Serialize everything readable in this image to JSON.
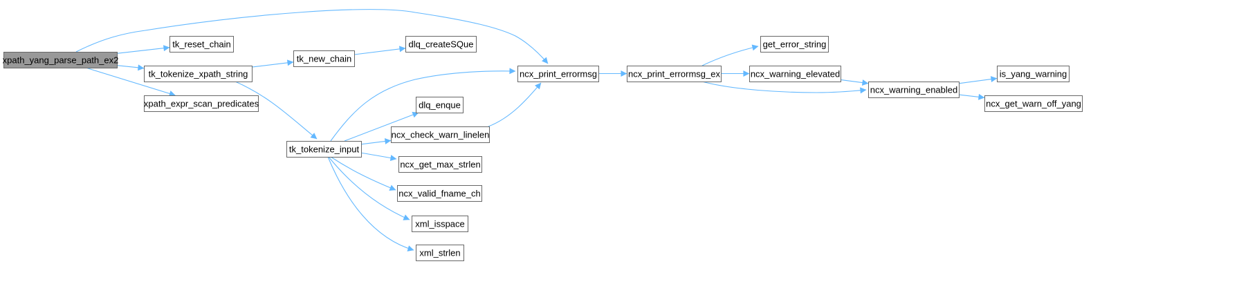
{
  "diagram": {
    "type": "call-graph",
    "colors": {
      "node_fill": "#ffffff",
      "node_stroke": "#666666",
      "root_fill": "#999999",
      "edge": "#63b8ff"
    },
    "root": "xpath_yang_parse_path_ex2",
    "nodes": [
      {
        "id": "xpath_yang_parse_path_ex2",
        "label": "xpath_yang_parse_path_ex2",
        "root": true
      },
      {
        "id": "tk_reset_chain",
        "label": "tk_reset_chain"
      },
      {
        "id": "tk_tokenize_xpath_string",
        "label": "tk_tokenize_xpath_string"
      },
      {
        "id": "xpath_expr_scan_predicates",
        "label": "xpath_expr_scan_predicates"
      },
      {
        "id": "tk_new_chain",
        "label": "tk_new_chain"
      },
      {
        "id": "dlq_createSQue",
        "label": "dlq_createSQue"
      },
      {
        "id": "tk_tokenize_input",
        "label": "tk_tokenize_input"
      },
      {
        "id": "ncx_print_errormsg",
        "label": "ncx_print_errormsg"
      },
      {
        "id": "dlq_enque",
        "label": "dlq_enque"
      },
      {
        "id": "ncx_check_warn_linelen",
        "label": "ncx_check_warn_linelen"
      },
      {
        "id": "ncx_get_max_strlen",
        "label": "ncx_get_max_strlen"
      },
      {
        "id": "ncx_valid_fname_ch",
        "label": "ncx_valid_fname_ch"
      },
      {
        "id": "xml_isspace",
        "label": "xml_isspace"
      },
      {
        "id": "xml_strlen",
        "label": "xml_strlen"
      },
      {
        "id": "ncx_print_errormsg_ex",
        "label": "ncx_print_errormsg_ex"
      },
      {
        "id": "get_error_string",
        "label": "get_error_string"
      },
      {
        "id": "ncx_warning_elevated",
        "label": "ncx_warning_elevated"
      },
      {
        "id": "ncx_warning_enabled",
        "label": "ncx_warning_enabled"
      },
      {
        "id": "is_yang_warning",
        "label": "is_yang_warning"
      },
      {
        "id": "ncx_get_warn_off_yang",
        "label": "ncx_get_warn_off_yang"
      }
    ],
    "edges": [
      [
        "xpath_yang_parse_path_ex2",
        "tk_reset_chain"
      ],
      [
        "xpath_yang_parse_path_ex2",
        "tk_tokenize_xpath_string"
      ],
      [
        "xpath_yang_parse_path_ex2",
        "xpath_expr_scan_predicates"
      ],
      [
        "xpath_yang_parse_path_ex2",
        "ncx_print_errormsg"
      ],
      [
        "tk_tokenize_xpath_string",
        "tk_new_chain"
      ],
      [
        "tk_tokenize_xpath_string",
        "tk_tokenize_input"
      ],
      [
        "tk_new_chain",
        "dlq_createSQue"
      ],
      [
        "tk_tokenize_input",
        "ncx_print_errormsg"
      ],
      [
        "tk_tokenize_input",
        "dlq_enque"
      ],
      [
        "tk_tokenize_input",
        "ncx_check_warn_linelen"
      ],
      [
        "tk_tokenize_input",
        "ncx_get_max_strlen"
      ],
      [
        "tk_tokenize_input",
        "ncx_valid_fname_ch"
      ],
      [
        "tk_tokenize_input",
        "xml_isspace"
      ],
      [
        "tk_tokenize_input",
        "xml_strlen"
      ],
      [
        "ncx_check_warn_linelen",
        "ncx_print_errormsg"
      ],
      [
        "ncx_print_errormsg",
        "ncx_print_errormsg_ex"
      ],
      [
        "ncx_print_errormsg_ex",
        "get_error_string"
      ],
      [
        "ncx_print_errormsg_ex",
        "ncx_warning_elevated"
      ],
      [
        "ncx_print_errormsg_ex",
        "ncx_warning_enabled"
      ],
      [
        "ncx_warning_elevated",
        "ncx_warning_enabled"
      ],
      [
        "ncx_warning_enabled",
        "is_yang_warning"
      ],
      [
        "ncx_warning_enabled",
        "ncx_get_warn_off_yang"
      ]
    ]
  }
}
